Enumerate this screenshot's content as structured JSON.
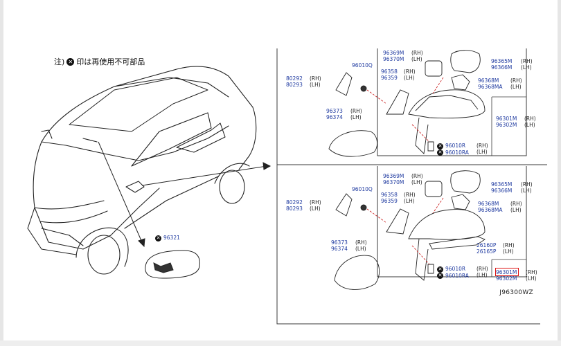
{
  "note": {
    "prefix": "注)",
    "symbol": "✕",
    "text": "印は再使用不可部品"
  },
  "code": "J96300WZ",
  "top": {
    "bracket_left": [
      "80292",
      "80293"
    ],
    "bracket_left_side": [
      "(RH)",
      "(LH)"
    ],
    "clip": "96010Q",
    "glass_holder": [
      "96358",
      "96359"
    ],
    "glass_holder_side": [
      "(RH)",
      "(LH)"
    ],
    "actuator": [
      "96369M",
      "96370M"
    ],
    "actuator_side": [
      "(RH)",
      "(LH)"
    ],
    "glass": [
      "96365M",
      "96366M"
    ],
    "glass_side": [
      "(RH)",
      "(LH)"
    ],
    "heater": [
      "96368M",
      "96368MA"
    ],
    "heater_side": [
      "(RH)",
      "(LH)"
    ],
    "cover": [
      "96373",
      "96374"
    ],
    "cover_side": [
      "(RH)",
      "(LH)"
    ],
    "mirror_assy": [
      "96301M",
      "96302M"
    ],
    "mirror_assy_side": [
      "(RH)",
      "(LH)"
    ],
    "screw": [
      "96010R",
      "96010RA"
    ],
    "screw_side": [
      "(RH)",
      "(LH)"
    ]
  },
  "bottom": {
    "bracket_left": [
      "80292",
      "80293"
    ],
    "bracket_left_side": [
      "(RH)",
      "(LH)"
    ],
    "clip": "96010Q",
    "glass_holder": [
      "96358",
      "96359"
    ],
    "glass_holder_side": [
      "(RH)",
      "(LH)"
    ],
    "actuator": [
      "96369M",
      "96370M"
    ],
    "actuator_side": [
      "(RH)",
      "(LH)"
    ],
    "glass": [
      "96365M",
      "96366M"
    ],
    "glass_side": [
      "(RH)",
      "(LH)"
    ],
    "heater": [
      "96368M",
      "96368MA"
    ],
    "heater_side": [
      "(RH)",
      "(LH)"
    ],
    "cover": [
      "96373",
      "96374"
    ],
    "cover_side": [
      "(RH)",
      "(LH)"
    ],
    "turn_lamp": [
      "26160P",
      "26165P"
    ],
    "turn_lamp_side": [
      "(RH)",
      "(LH)"
    ],
    "mirror_assy": [
      "96301M",
      "96302M"
    ],
    "mirror_assy_side": [
      "(RH)",
      "(LH)"
    ],
    "screw": [
      "96010R",
      "96010RA"
    ],
    "screw_side": [
      "(RH)",
      "(LH)"
    ]
  },
  "inside_mirror": "96321"
}
